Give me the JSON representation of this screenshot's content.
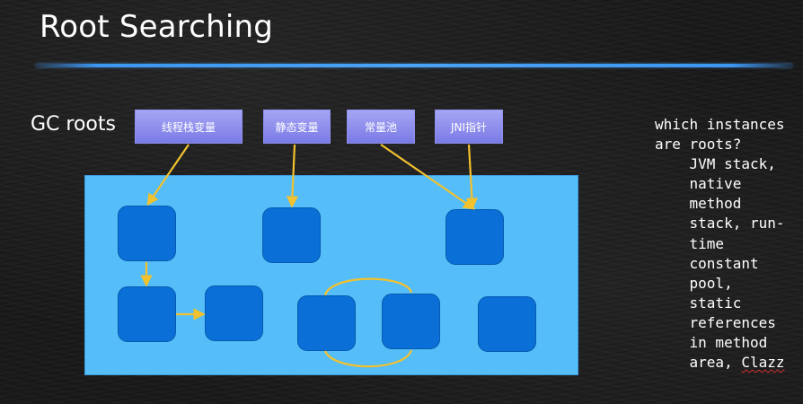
{
  "slide": {
    "title": "Root Searching",
    "gc_label": "GC roots"
  },
  "roots": [
    {
      "id": "thread-stack-vars",
      "label": "线程栈变量"
    },
    {
      "id": "static-vars",
      "label": "静态变量"
    },
    {
      "id": "constant-pool",
      "label": "常量池"
    },
    {
      "id": "jni-pointers",
      "label": "JNI指针"
    }
  ],
  "note": {
    "question_lines": [
      "which instances",
      "are roots?"
    ],
    "answer_lines": [
      "JVM stack,",
      "native",
      "method",
      "stack, run-",
      "time",
      "constant",
      "pool,",
      "static",
      "references",
      "in method",
      "area, "
    ],
    "misspelled_word": "Clazz"
  },
  "colors": {
    "background": "#1b1b1b",
    "heap": "#55bdf7",
    "object": "#0a6fd6",
    "root_box": "#8c8cec",
    "arrow": "#f2c12e",
    "title_rule": "#3d96f0"
  }
}
